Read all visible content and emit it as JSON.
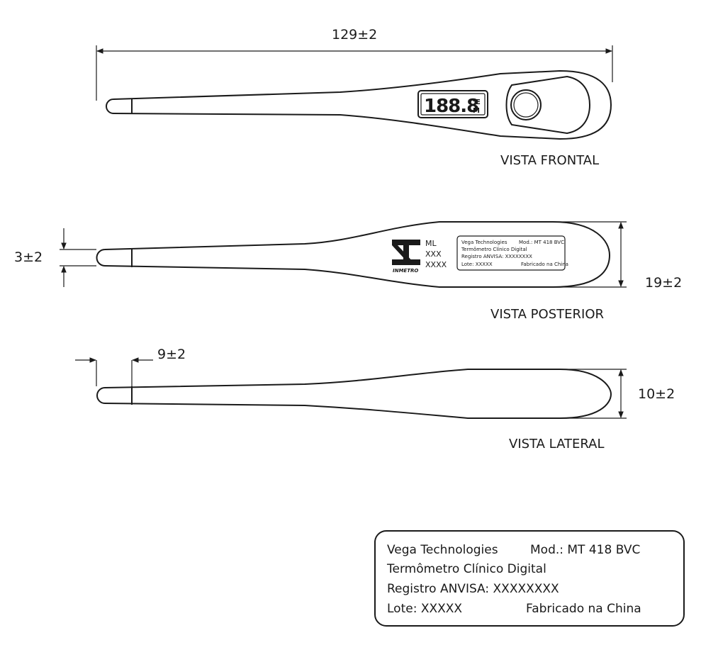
{
  "dimensions": {
    "length": "129±2",
    "tip_height": "3±2",
    "posterior_width": "19±2",
    "tip_length": "9±2",
    "lateral_height": "10±2"
  },
  "views": {
    "frontal": "VISTA FRONTAL",
    "posterior": "VISTA POSTERIOR",
    "lateral": "VISTA LATERAL"
  },
  "display": {
    "reading": "188.8",
    "unit_top": "°E",
    "unit_bottom": "M"
  },
  "marking": {
    "line1": "ML",
    "line2": "XXX",
    "line3": "XXXX",
    "inmetro": "INMETRO"
  },
  "label": {
    "company": "Vega Technologies",
    "model": "Mod.: MT 418 BVC",
    "product": "Termômetro Clínico Digital",
    "registry": "Registro ANVISA: XXXXXXXX",
    "lot": "Lote: XXXXX",
    "origin": "Fabricado na China"
  }
}
